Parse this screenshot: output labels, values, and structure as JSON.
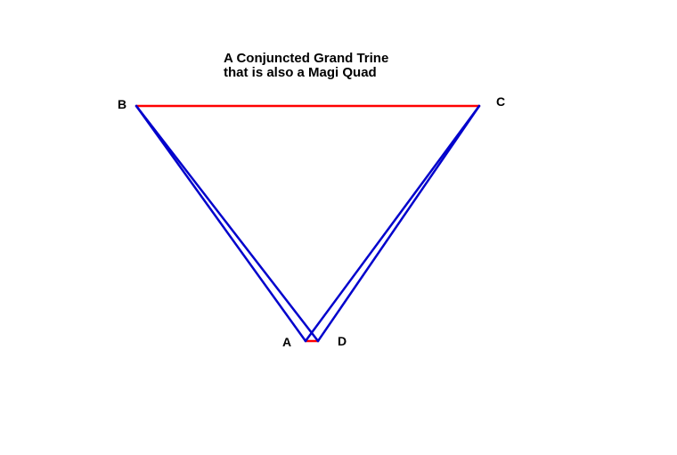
{
  "title": {
    "line1": "A Conjuncted Grand Trine",
    "line2": "that is also a Magi Quad"
  },
  "points": {
    "A": "A",
    "B": "B",
    "C": "C",
    "D": "D"
  },
  "colors": {
    "opposition_line": "#ff0000",
    "trine_line": "#0000cc",
    "text": "#000000",
    "background": "#ffffff"
  }
}
